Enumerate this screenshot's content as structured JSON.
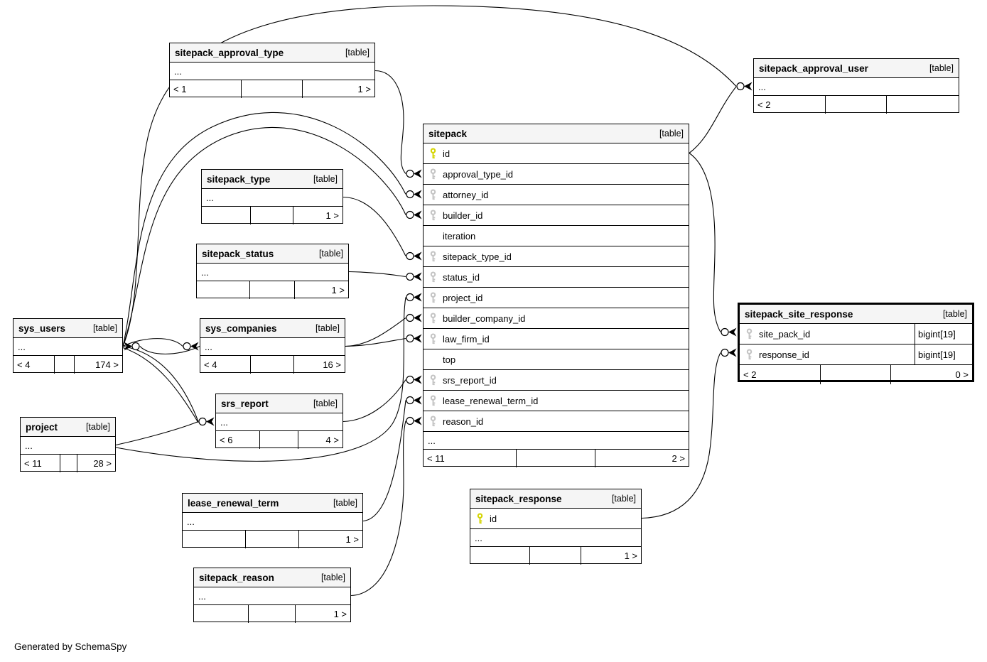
{
  "app": {
    "generated_by": "Generated by SchemaSpy"
  },
  "colors": {
    "header_bg": "#f5f5f5",
    "border": "#000000",
    "pk_icon": "#d4d400",
    "fk_icon": "#c4c4c4"
  },
  "tables": [
    {
      "id": "sitepack_approval_type",
      "name": "sitepack_approval_type",
      "tag": "[table]",
      "rows": [
        {
          "name": "...",
          "key": "none"
        }
      ],
      "footer": {
        "left": "< 1",
        "mid": "",
        "right": "1 >"
      }
    },
    {
      "id": "sitepack_approval_user",
      "name": "sitepack_approval_user",
      "tag": "[table]",
      "rows": [
        {
          "name": "...",
          "key": "none"
        }
      ],
      "footer": {
        "left": "< 2",
        "mid": "",
        "right": ""
      }
    },
    {
      "id": "sitepack",
      "name": "sitepack",
      "tag": "[table]",
      "rows": [
        {
          "name": "id",
          "key": "primary"
        },
        {
          "name": "approval_type_id",
          "key": "foreign"
        },
        {
          "name": "attorney_id",
          "key": "foreign"
        },
        {
          "name": "builder_id",
          "key": "foreign"
        },
        {
          "name": "iteration",
          "key": "none"
        },
        {
          "name": "sitepack_type_id",
          "key": "foreign"
        },
        {
          "name": "status_id",
          "key": "foreign"
        },
        {
          "name": "project_id",
          "key": "foreign"
        },
        {
          "name": "builder_company_id",
          "key": "foreign"
        },
        {
          "name": "law_firm_id",
          "key": "foreign"
        },
        {
          "name": "top",
          "key": "none"
        },
        {
          "name": "srs_report_id",
          "key": "foreign"
        },
        {
          "name": "lease_renewal_term_id",
          "key": "foreign"
        },
        {
          "name": "reason_id",
          "key": "foreign"
        },
        {
          "name": "...",
          "key": "none"
        }
      ],
      "footer": {
        "left": "< 11",
        "mid": "",
        "right": "2 >"
      }
    },
    {
      "id": "sitepack_type",
      "name": "sitepack_type",
      "tag": "[table]",
      "rows": [
        {
          "name": "...",
          "key": "none"
        }
      ],
      "footer": {
        "left": "",
        "mid": "",
        "right": "1 >"
      }
    },
    {
      "id": "sitepack_status",
      "name": "sitepack_status",
      "tag": "[table]",
      "rows": [
        {
          "name": "...",
          "key": "none"
        }
      ],
      "footer": {
        "left": "",
        "mid": "",
        "right": "1 >"
      }
    },
    {
      "id": "sys_users",
      "name": "sys_users",
      "tag": "[table]",
      "rows": [
        {
          "name": "...",
          "key": "none"
        }
      ],
      "footer": {
        "left": "< 4",
        "mid": "",
        "right": "174 >"
      }
    },
    {
      "id": "sys_companies",
      "name": "sys_companies",
      "tag": "[table]",
      "rows": [
        {
          "name": "...",
          "key": "none"
        }
      ],
      "footer": {
        "left": "< 4",
        "mid": "",
        "right": "16 >"
      }
    },
    {
      "id": "srs_report",
      "name": "srs_report",
      "tag": "[table]",
      "rows": [
        {
          "name": "...",
          "key": "none"
        }
      ],
      "footer": {
        "left": "< 6",
        "mid": "",
        "right": "4 >"
      }
    },
    {
      "id": "project",
      "name": "project",
      "tag": "[table]",
      "rows": [
        {
          "name": "...",
          "key": "none"
        }
      ],
      "footer": {
        "left": "< 11",
        "mid": "",
        "right": "28 >"
      }
    },
    {
      "id": "lease_renewal_term",
      "name": "lease_renewal_term",
      "tag": "[table]",
      "rows": [
        {
          "name": "...",
          "key": "none"
        }
      ],
      "footer": {
        "left": "",
        "mid": "",
        "right": "1 >"
      }
    },
    {
      "id": "sitepack_reason",
      "name": "sitepack_reason",
      "tag": "[table]",
      "rows": [
        {
          "name": "...",
          "key": "none"
        }
      ],
      "footer": {
        "left": "",
        "mid": "",
        "right": "1 >"
      }
    },
    {
      "id": "sitepack_response",
      "name": "sitepack_response",
      "tag": "[table]",
      "rows": [
        {
          "name": "id",
          "key": "primary"
        },
        {
          "name": "...",
          "key": "none"
        }
      ],
      "footer": {
        "left": "",
        "mid": "",
        "right": "1 >"
      }
    },
    {
      "id": "sitepack_site_response",
      "name": "sitepack_site_response",
      "tag": "[table]",
      "rows": [
        {
          "name": "site_pack_id",
          "key": "foreign",
          "type": "bigint[19]"
        },
        {
          "name": "response_id",
          "key": "foreign",
          "type": "bigint[19]"
        }
      ],
      "footer": {
        "left": "< 2",
        "mid": "",
        "right": "0 >"
      }
    }
  ],
  "relationships": [
    {
      "from": "sitepack_approval_type",
      "to": "sitepack.approval_type_id"
    },
    {
      "from": "sys_users",
      "to": "sitepack.attorney_id"
    },
    {
      "from": "sys_users",
      "to": "sitepack.builder_id"
    },
    {
      "from": "sitepack_type",
      "to": "sitepack.sitepack_type_id"
    },
    {
      "from": "sitepack_status",
      "to": "sitepack.status_id"
    },
    {
      "from": "project",
      "to": "sitepack.project_id"
    },
    {
      "from": "sys_companies",
      "to": "sitepack.builder_company_id"
    },
    {
      "from": "sys_companies",
      "to": "sitepack.law_firm_id"
    },
    {
      "from": "srs_report",
      "to": "sitepack.srs_report_id"
    },
    {
      "from": "lease_renewal_term",
      "to": "sitepack.lease_renewal_term_id"
    },
    {
      "from": "sitepack_reason",
      "to": "sitepack.reason_id"
    },
    {
      "from": "sys_users",
      "to": "sys_companies"
    },
    {
      "from": "sys_companies",
      "to": "sys_users"
    },
    {
      "from": "sys_users",
      "to": "srs_report"
    },
    {
      "from": "sys_users",
      "to": "srs_report"
    },
    {
      "from": "project",
      "to": "srs_report"
    },
    {
      "from": "sys_users",
      "to": "sitepack_approval_user"
    },
    {
      "from": "sitepack.id",
      "to": "sitepack_approval_user"
    },
    {
      "from": "sitepack.id",
      "to": "sitepack_site_response.site_pack_id"
    },
    {
      "from": "sitepack_response.id",
      "to": "sitepack_site_response.response_id"
    }
  ]
}
